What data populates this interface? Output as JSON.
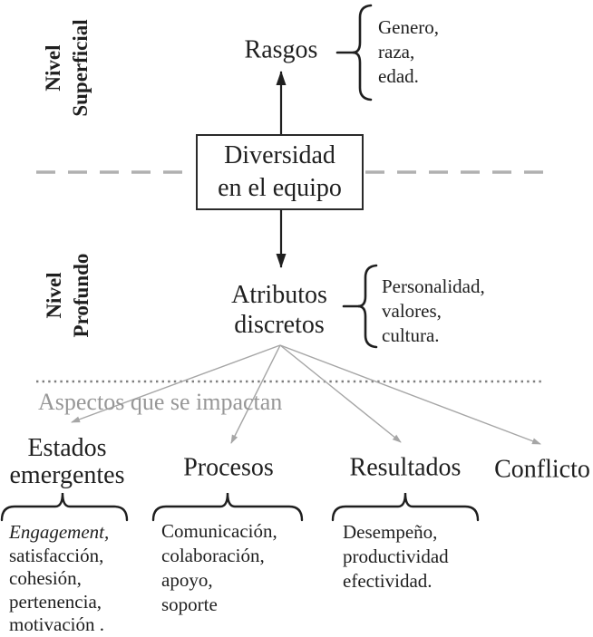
{
  "diagram": {
    "title_box": {
      "lines": [
        "Diversidad",
        "en el equipo"
      ]
    },
    "levels": {
      "superficial": {
        "lines": [
          "Nivel",
          "Superficial"
        ]
      },
      "profundo": {
        "lines": [
          "Nivel",
          "Profundo"
        ]
      }
    },
    "surface_node": {
      "label": "Rasgos",
      "items": [
        "Genero,",
        "raza,",
        "edad."
      ]
    },
    "deep_node": {
      "label_lines": [
        "Atributos",
        "discretos"
      ],
      "items": [
        "Personalidad,",
        "valores,",
        "cultura."
      ]
    },
    "impact_caption": "Aspectos que se impactan",
    "outcomes": {
      "estados": {
        "label_lines": [
          "Estados",
          "emergentes"
        ],
        "item_italic": "Engagement,",
        "items": [
          "satisfacción,",
          "cohesión,",
          "pertenencia,",
          "motivación ."
        ]
      },
      "procesos": {
        "label": "Procesos",
        "items": [
          "Comunicación,",
          "colaboración,",
          "apoyo,",
          "soporte"
        ]
      },
      "resultados": {
        "label": "Resultados",
        "items": [
          "Desempeño,",
          "productividad",
          "efectividad."
        ]
      },
      "conflicto": {
        "label": "Conflicto"
      }
    },
    "colors": {
      "ink": "#1f1f1f",
      "box_border": "#2a2a2a",
      "dashed_divider": "#b0b0b0",
      "dotted_divider": "#7e7e7e",
      "gray_arrow": "#a6a6a6",
      "caption_gray": "#979797"
    }
  }
}
